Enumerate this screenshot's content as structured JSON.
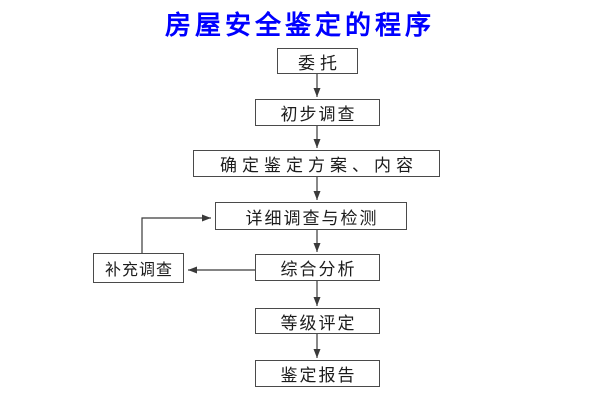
{
  "title": {
    "text": "房屋安全鉴定的程序"
  },
  "flowchart": {
    "nodes": {
      "weituo": "委托",
      "chubu": "初步调查",
      "queding": "确定鉴定方案、内容",
      "xiangxi": "详细调查与检测",
      "zonghe": "综合分析",
      "buchong": "补充调查",
      "dengji": "等级评定",
      "baogao": "鉴定报告"
    },
    "flow_order": [
      "委托",
      "初步调查",
      "确定鉴定方案、内容",
      "详细调查与检测",
      "综合分析",
      "等级评定",
      "鉴定报告"
    ],
    "feedback_loop": [
      "综合分析",
      "补充调查",
      "详细调查与检测"
    ]
  },
  "colors": {
    "title_text": "#0000ff",
    "line": "#3a3a3a",
    "box_border": "#4a4a4a",
    "box_text": "#1c1c1c",
    "background": "#ffffff"
  }
}
